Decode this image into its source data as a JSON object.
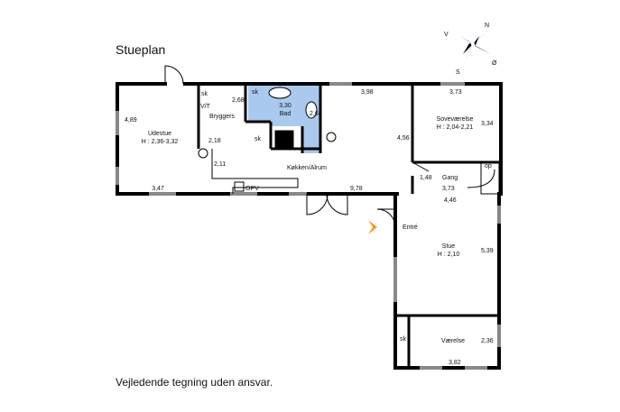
{
  "title": "Stueplan",
  "footer": "Vejledende tegning uden ansvar.",
  "compass": {
    "n": "N",
    "s": "S",
    "v": "V",
    "o": "Ø"
  },
  "rooms": {
    "udestue": {
      "name": "Udestue",
      "height": "H : 2,36-3,32",
      "w": "3,47",
      "d": "4,89"
    },
    "bryggers": {
      "name": "Bryggers",
      "vt": "V/T",
      "sk1": "sk",
      "sk2": "sk",
      "d1": "2,68",
      "d2": "2,18",
      "d3": "2,11"
    },
    "bad": {
      "name": "Bad",
      "w": "3,30",
      "d": "2,68",
      "sk": "sk"
    },
    "koekken": {
      "name": "Køkken/Alrum",
      "opv": "OPV",
      "w": "9,78",
      "top": "3,98",
      "side": "4,56"
    },
    "sovevaerelse": {
      "name": "Soveværelse",
      "height": "H : 2,04-2,21",
      "w": "3,73",
      "d": "3,34"
    },
    "gang": {
      "name": "Gang",
      "w": "3,73",
      "d": "1,48",
      "op": "op"
    },
    "entre": {
      "name": "Entré"
    },
    "stue": {
      "name": "Stue",
      "height": "H : 2,10",
      "w": "4,46",
      "d": "5,39"
    },
    "vaerelse": {
      "name": "Værelse",
      "w": "3,82",
      "d": "2,36",
      "sk": "sk"
    }
  }
}
